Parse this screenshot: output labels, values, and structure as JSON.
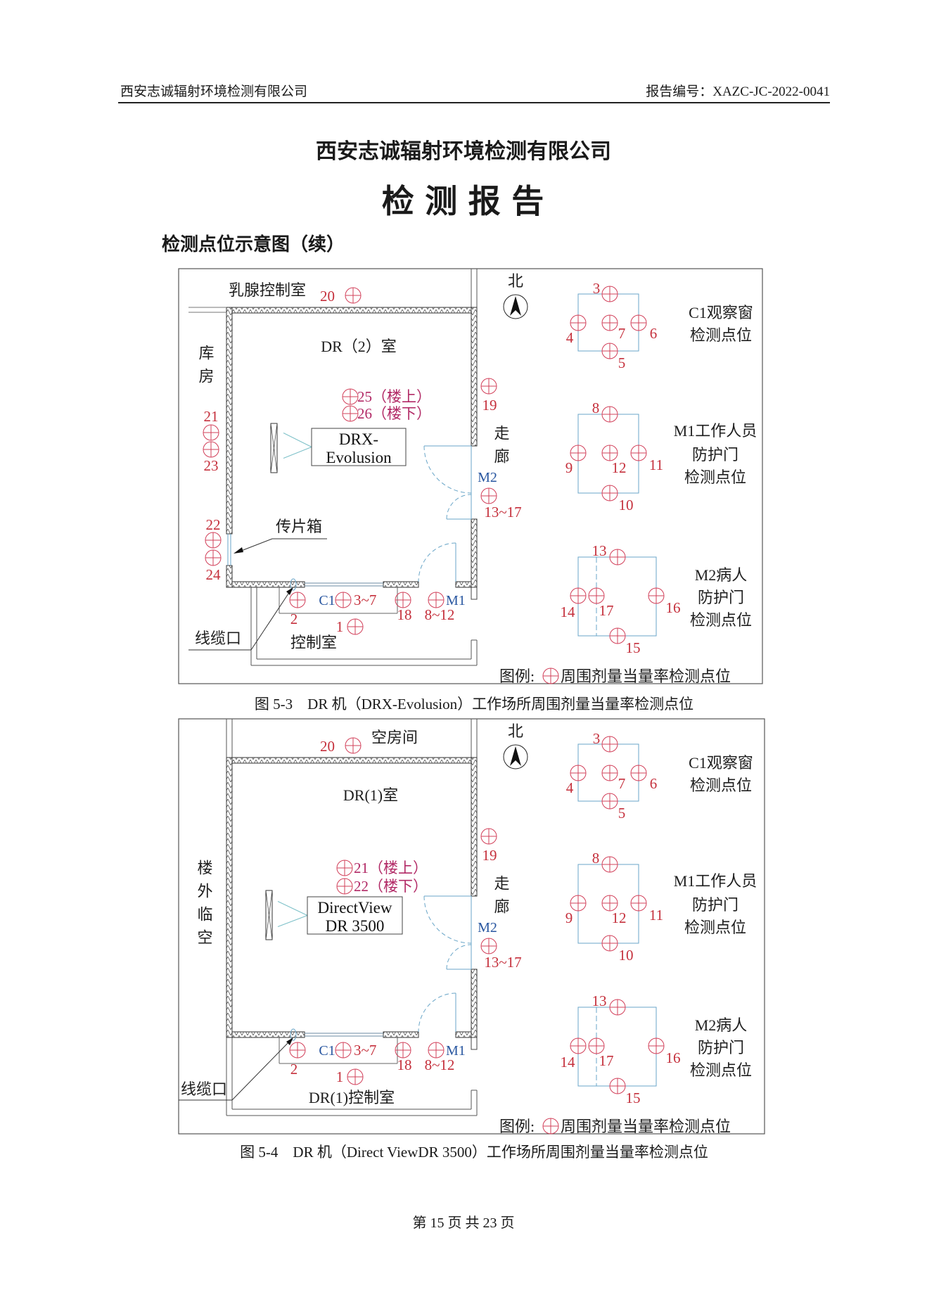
{
  "header": {
    "company": "西安志诚辐射环境检测有限公司",
    "report_no": "报告编号：XAZC-JC-2022-0041"
  },
  "title": {
    "company": "西安志诚辐射环境检测有限公司",
    "report": "检 测 报 告",
    "section": "检测点位示意图（续）"
  },
  "figures": [
    {
      "north": "北",
      "room_above": "乳腺控制室",
      "room_side": "库房",
      "room_main": "DR（2）室",
      "corridor": "走廊",
      "control_room": "控制室",
      "device": [
        "DRX-",
        "Evolusion"
      ],
      "pass_box": "传片箱",
      "cable_port": "线缆口",
      "door_m2": "M2",
      "door_m1": "M1",
      "window_c1": "C1",
      "point_labels": {
        "20": "20",
        "21": "21",
        "22": "22",
        "23": "23",
        "24": "24",
        "25": "25（楼上）",
        "26": "26（楼下）",
        "19": "19",
        "13_17": "13~17",
        "2": "2",
        "3_7": "3~7",
        "18": "18",
        "8_12": "8~12",
        "1": "1"
      },
      "detail_c1": {
        "title": "C1观察窗",
        "sub": "检测点位",
        "points": [
          "3",
          "4",
          "7",
          "6",
          "5"
        ]
      },
      "detail_m1": {
        "title": "M1工作人员",
        "line2": "防护门",
        "sub": "检测点位",
        "points": [
          "8",
          "9",
          "12",
          "11",
          "10"
        ]
      },
      "detail_m2": {
        "title": "M2病人",
        "line2": "防护门",
        "sub": "检测点位",
        "points": [
          "13",
          "14",
          "17",
          "16",
          "15"
        ]
      },
      "legend": {
        "label": "图例:",
        "text": "周围剂量当量率检测点位"
      },
      "caption": "图 5-3　DR 机（DRX-Evolusion）工作场所周围剂量当量率检测点位"
    },
    {
      "north": "北",
      "room_above": "空房间",
      "room_side": "楼外临空",
      "room_main": "DR(1)室",
      "corridor": "走廊",
      "control_room": "DR(1)控制室",
      "device": [
        "DirectView",
        "DR 3500"
      ],
      "cable_port": "线缆口",
      "door_m2": "M2",
      "door_m1": "M1",
      "window_c1": "C1",
      "point_labels": {
        "20": "20",
        "21": "21（楼上）",
        "22": "22（楼下）",
        "19": "19",
        "13_17": "13~17",
        "2": "2",
        "3_7": "3~7",
        "18": "18",
        "8_12": "8~12",
        "1": "1"
      },
      "detail_c1": {
        "title": "C1观察窗",
        "sub": "检测点位",
        "points": [
          "3",
          "4",
          "7",
          "6",
          "5"
        ]
      },
      "detail_m1": {
        "title": "M1工作人员",
        "line2": "防护门",
        "sub": "检测点位",
        "points": [
          "8",
          "9",
          "12",
          "11",
          "10"
        ]
      },
      "detail_m2": {
        "title": "M2病人",
        "line2": "防护门",
        "sub": "检测点位",
        "points": [
          "13",
          "14",
          "17",
          "16",
          "15"
        ]
      },
      "legend": {
        "label": "图例:",
        "text": "周围剂量当量率检测点位"
      },
      "caption": "图 5-4　DR 机（Direct ViewDR 3500）工作场所周围剂量当量率检测点位"
    }
  ],
  "footer": {
    "page": "第 15 页 共 23 页"
  },
  "colors": {
    "point_red": "#c5303c",
    "door_blue": "#2856a0",
    "outline_blue": "#6aa6c8"
  }
}
